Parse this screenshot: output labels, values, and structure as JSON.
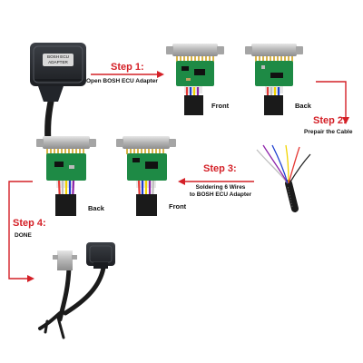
{
  "steps": [
    {
      "title": "Step 1:",
      "desc": [
        "Open BOSH ECU Adapter"
      ]
    },
    {
      "title": "Step 2:",
      "desc": [
        "Prepair the Cable"
      ]
    },
    {
      "title": "Step 3:",
      "desc": [
        "Soldering 6 Wires",
        "to BOSH ECU Adapter"
      ]
    },
    {
      "title": "Step 4:",
      "desc": [
        "DONE"
      ]
    }
  ],
  "adapter_label": [
    "BOSH ECU",
    "ADAPTER"
  ],
  "tags": {
    "front": "Front",
    "back": "Back"
  },
  "colors": {
    "arrow": "#d42027",
    "connector_metal": "#b9b9b9",
    "pcb": "#1e8a45",
    "adapter_body": "#2b2e33"
  },
  "wire_colors": [
    "#e53935",
    "#1e3fd0",
    "#f2d400",
    "#bfbfbf",
    "#8e24aa",
    "#222222"
  ]
}
